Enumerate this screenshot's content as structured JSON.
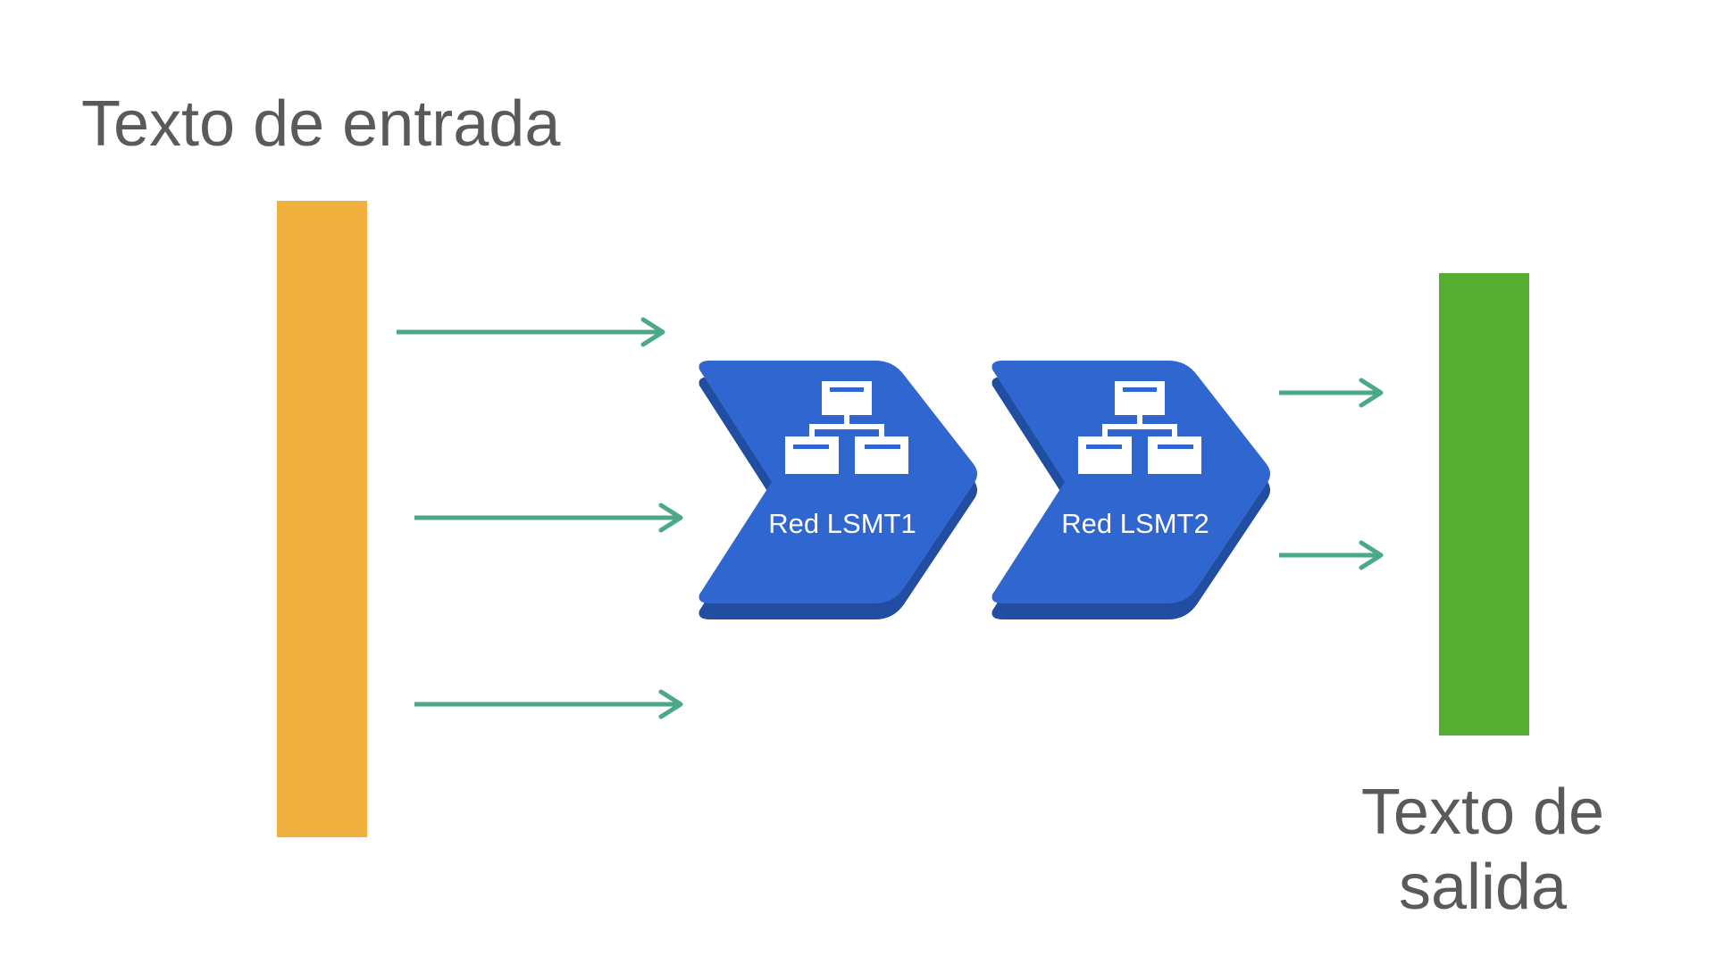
{
  "input": {
    "title": "Texto de entrada",
    "bar_color": "#F2B13F"
  },
  "output": {
    "title": "Texto de salida",
    "bar_color": "#55AE32"
  },
  "networks": [
    {
      "label": "Red LSMT1",
      "icon": "network-hierarchy-icon",
      "color": "#2F66CF",
      "shade_color": "#214EA0"
    },
    {
      "label": "Red LSMT2",
      "icon": "network-hierarchy-icon",
      "color": "#2F66CF",
      "shade_color": "#214EA0"
    }
  ],
  "arrows": {
    "color": "#4BA88A",
    "input_count": 3,
    "output_count": 2
  }
}
